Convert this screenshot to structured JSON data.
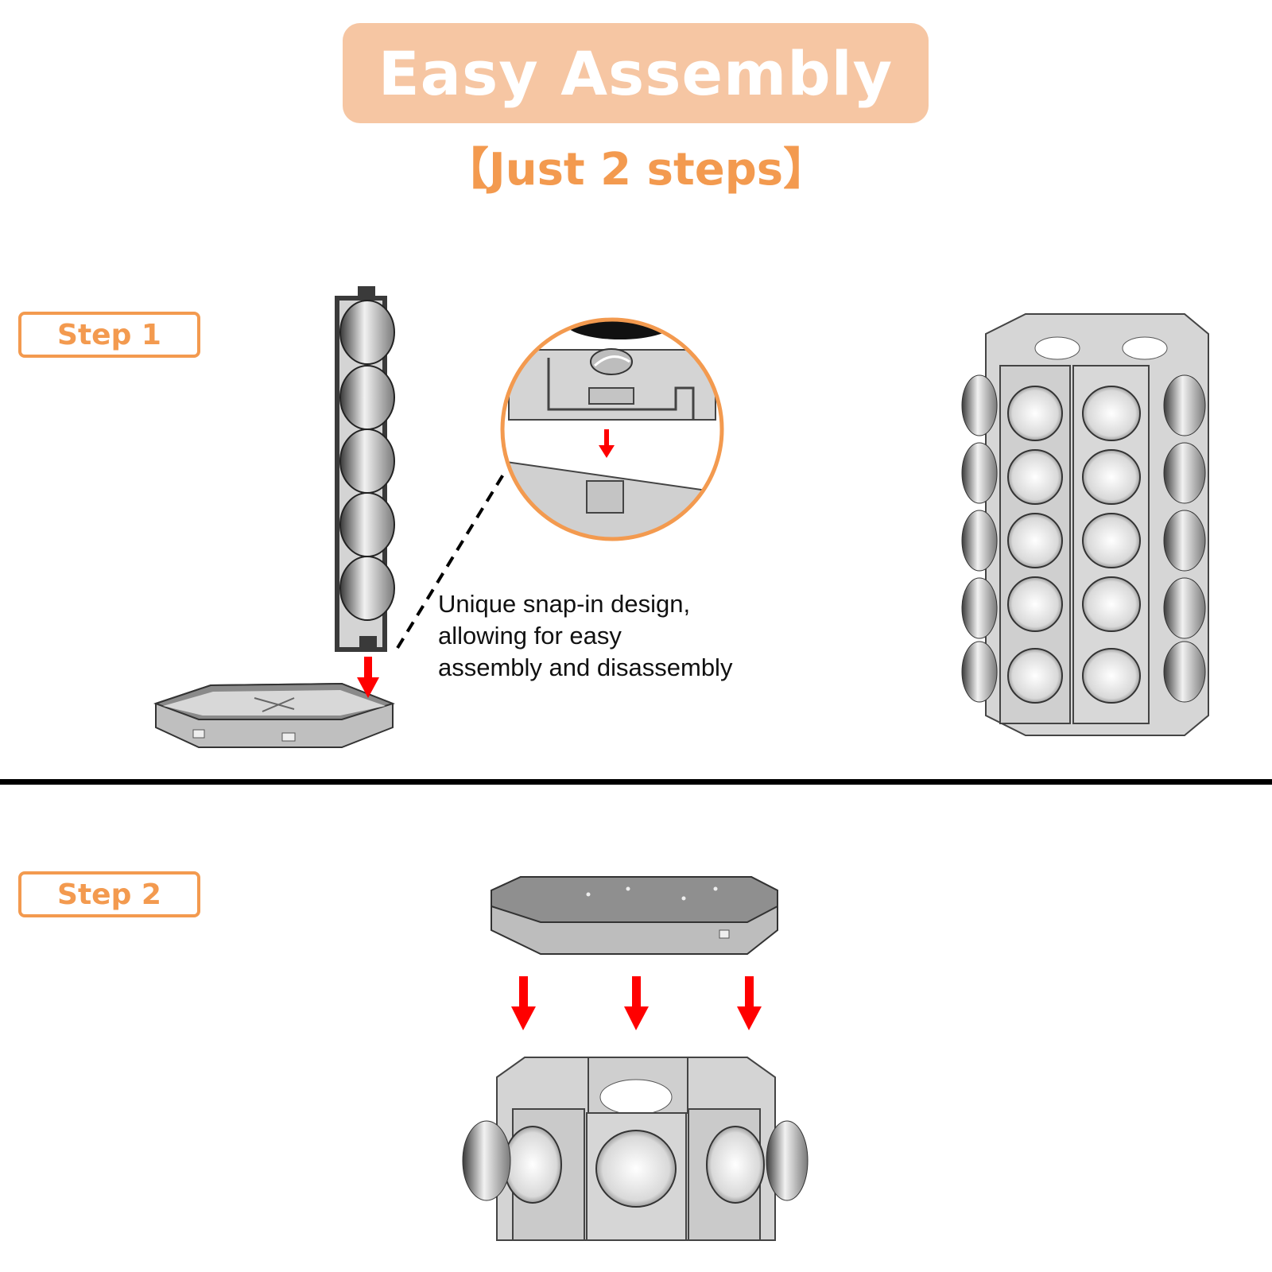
{
  "header": {
    "title": "Easy Assembly",
    "subtitle": "【Just 2 steps】"
  },
  "steps": [
    {
      "label": "Step 1"
    },
    {
      "label": "Step 2"
    }
  ],
  "callout": {
    "lines": [
      "Unique snap-in design,",
      "allowing for easy",
      "assembly and disassembly"
    ]
  },
  "colors": {
    "accent": "#f39a4f",
    "badge": "#f6c6a3",
    "arrow": "#ff0000",
    "divider": "#000000"
  }
}
